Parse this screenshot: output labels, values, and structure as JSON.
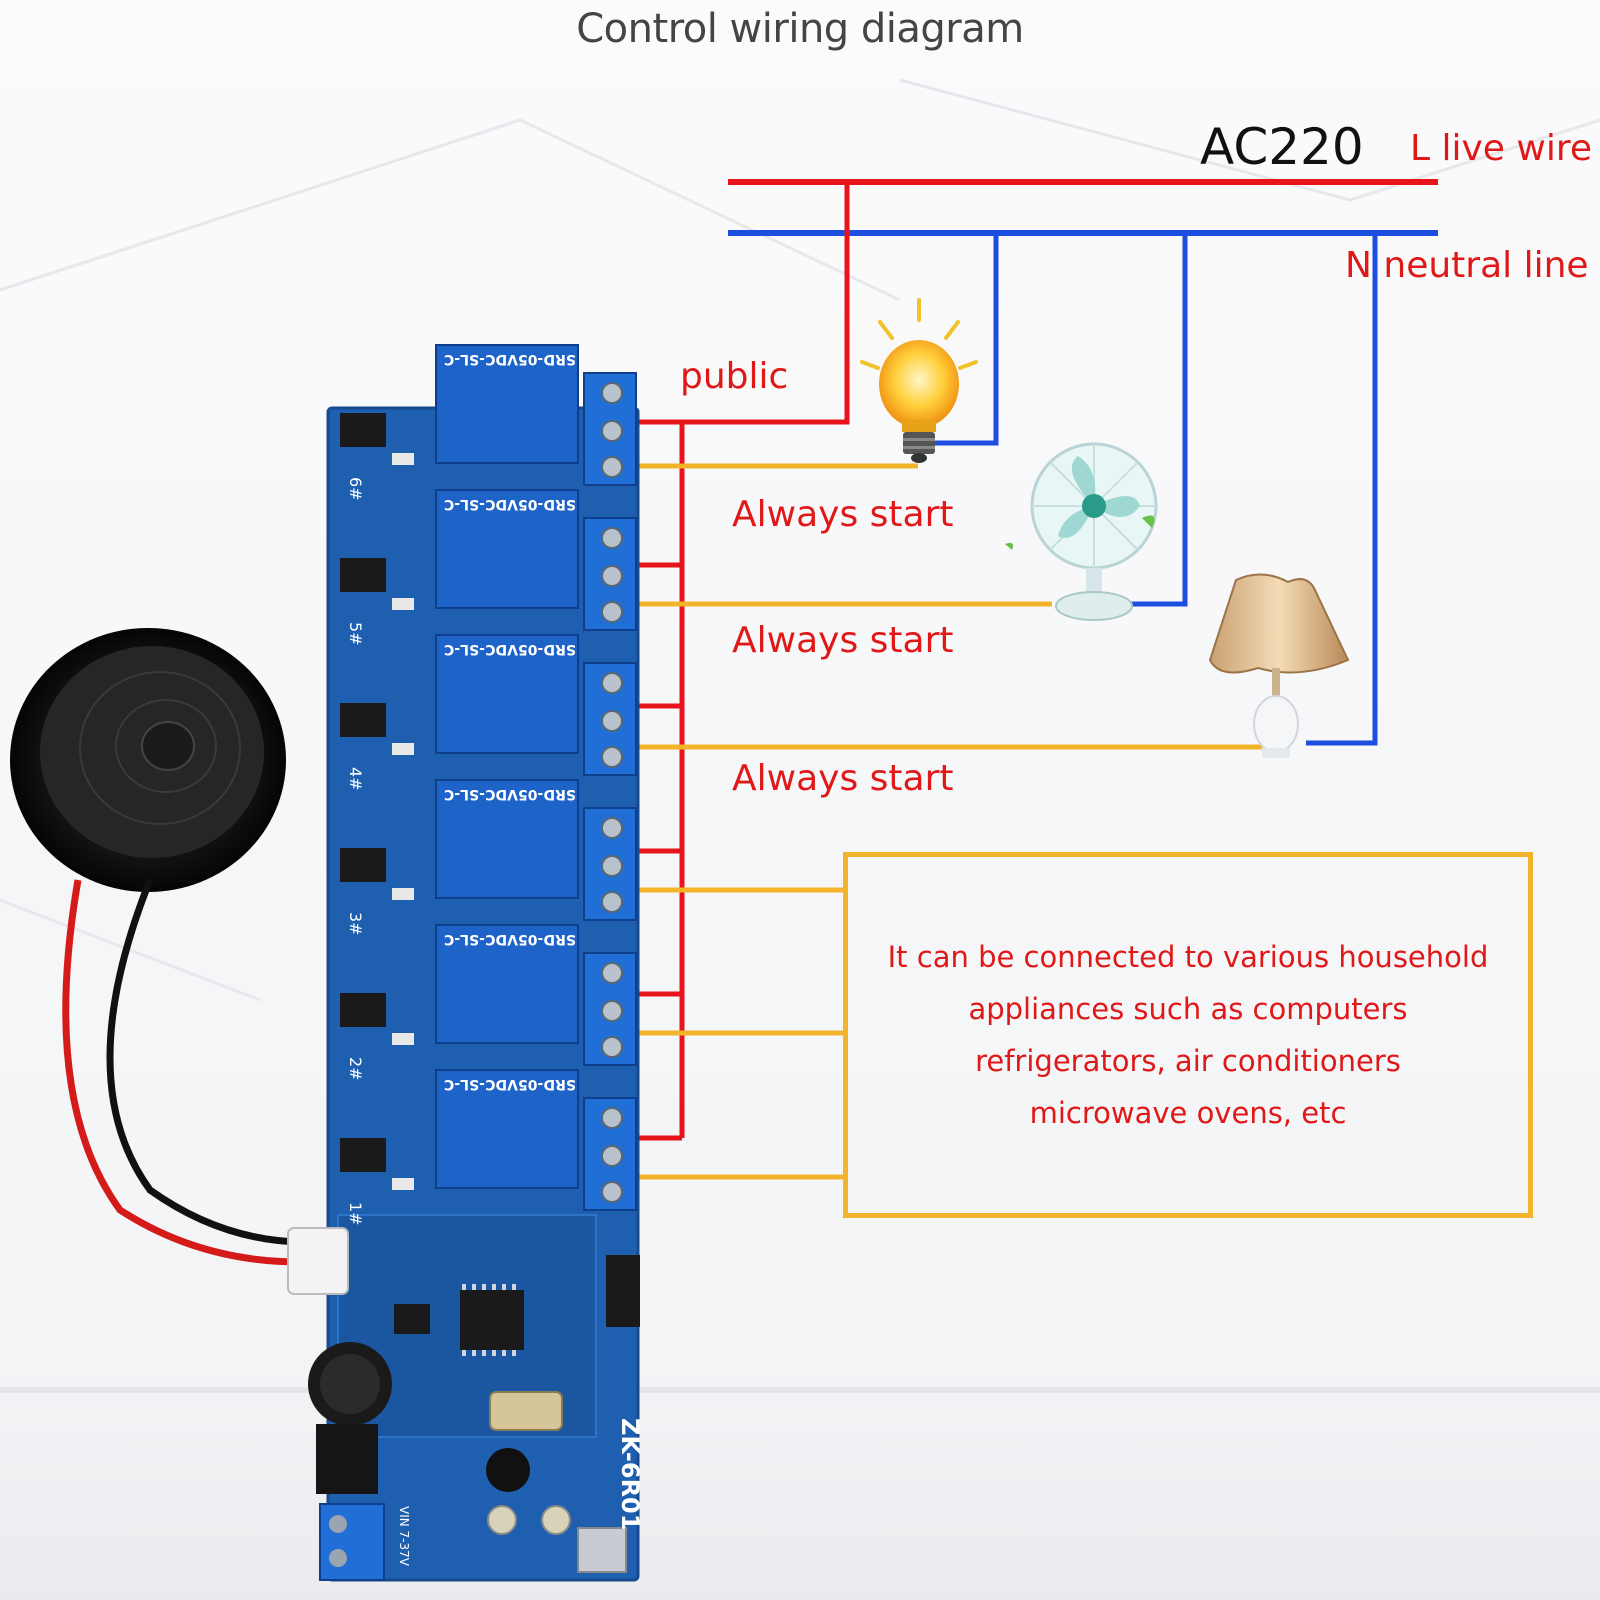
{
  "title": "Control wiring diagram",
  "supply": {
    "voltage": "AC220",
    "live": "L live wire",
    "neutral": "N neutral line"
  },
  "labels": {
    "common": "public",
    "normally_open": [
      "Always start",
      "Always start",
      "Always start"
    ]
  },
  "note": {
    "lines": [
      "It can be connected to various household",
      "appliances such as computers",
      "refrigerators, air conditioners",
      "microwave ovens, etc"
    ]
  },
  "board": {
    "model": "ZK-6R01",
    "relay_marking": "SRD-05VDC-SL-C",
    "channels": [
      "1#",
      "2#",
      "3#",
      "4#",
      "5#",
      "6#"
    ],
    "relay_count": 6,
    "power_label": "VIN 7-37V"
  },
  "appliances": [
    "light-bulb",
    "desk-fan",
    "table-lamp"
  ],
  "colors": {
    "live": "#e8141c",
    "neutral": "#1c4fe0",
    "load": "#f2b42a",
    "board": "#1f5fb0",
    "relay": "#1e63c8",
    "note_text": "#e01818"
  }
}
